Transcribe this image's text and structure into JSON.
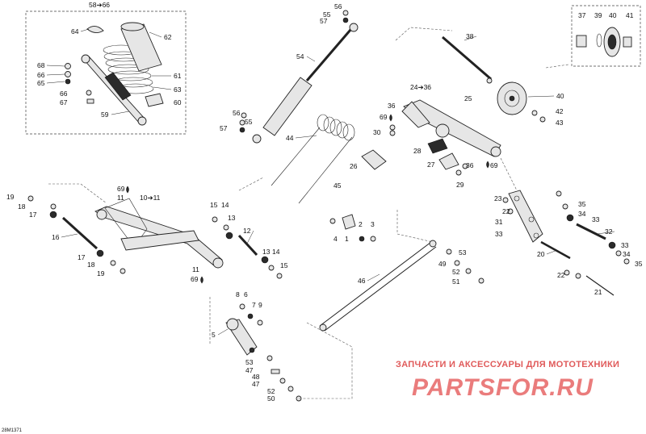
{
  "diagram_code": "28M1371",
  "watermark": {
    "subtitle": "ЗАПЧАСТИ И АКСЕССУАРЫ ДЛЯ МОТОТЕХНИКИ",
    "brand": "PARTSFOR.RU"
  },
  "callouts": {
    "c58_66": "58➔66",
    "c64": "64",
    "c62": "62",
    "c68": "68",
    "c66a": "66",
    "c65": "65",
    "c61": "61",
    "c63": "63",
    "c66b": "66",
    "c67": "67",
    "c60": "60",
    "c59": "59",
    "c56a": "56",
    "c55a": "55",
    "c57a": "57",
    "c54": "54",
    "c56b": "56",
    "c55b": "55",
    "c57b": "57",
    "c44": "44",
    "c26": "26",
    "c45": "45",
    "c38": "38",
    "c37": "37",
    "c39": "39",
    "c40a": "40",
    "c41": "41",
    "c24_36": "24➔36",
    "c25": "25",
    "c36a": "36",
    "c69a": "69",
    "c30": "30",
    "c40b": "40",
    "c42": "42",
    "c43": "43",
    "c28": "28",
    "c27": "27",
    "c36b": "36",
    "c69b": "69",
    "c29": "29",
    "c19a": "19",
    "c18a": "18",
    "c17a": "17",
    "c16": "16",
    "c17b": "17",
    "c18b": "18",
    "c19b": "19",
    "c69c": "69",
    "c11a": "11",
    "c10_11": "10➔11",
    "c11b": "11",
    "c69d": "69",
    "c15a": "15",
    "c14a": "14",
    "c13a": "13",
    "c12": "12",
    "c13b": "13",
    "c14b": "14",
    "c15b": "15",
    "c2": "2",
    "c3": "3",
    "c4": "4",
    "c1": "1",
    "c23": "23",
    "c22a": "22",
    "c35a": "35",
    "c34a": "34",
    "c33a": "33",
    "c31": "31",
    "c33b": "33",
    "c32": "32",
    "c33c": "33",
    "c34b": "34",
    "c35b": "35",
    "c20": "20",
    "c22b": "22",
    "c21": "21",
    "c53a": "53",
    "c49": "49",
    "c52a": "52",
    "c51": "51",
    "c46": "46",
    "c8": "8",
    "c6": "6",
    "c7": "7",
    "c9": "9",
    "c5": "5",
    "c53b": "53",
    "c48": "48",
    "c47a": "47",
    "c47b": "47",
    "c52b": "52",
    "c50": "50"
  }
}
